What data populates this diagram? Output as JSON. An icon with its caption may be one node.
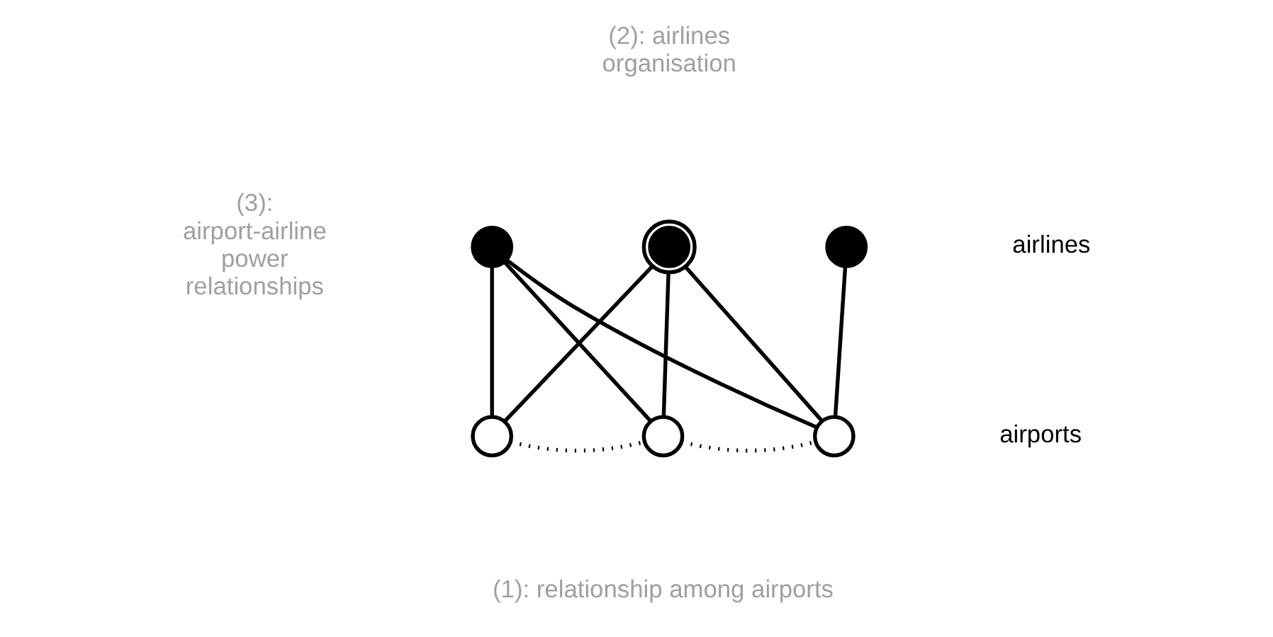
{
  "diagram": {
    "nodes": [
      {
        "text": [],
        "shape": "circle"
      },
      {
        "text": [],
        "shape": "circle"
      },
      {
        "text": [],
        "shape": "circle"
      },
      {
        "text": [],
        "shape": "circle"
      },
      {
        "text": [],
        "shape": "circle"
      },
      {
        "text": [],
        "shape": "circle"
      }
    ],
    "edges": [
      {
        "from": 0,
        "to": 3,
        "arrow": "none"
      },
      {
        "from": 0,
        "to": 4,
        "arrow": "none"
      },
      {
        "from": 0,
        "to": 5,
        "arrow": "none"
      },
      {
        "from": 1,
        "to": 3,
        "arrow": "none"
      },
      {
        "from": 1,
        "to": 4,
        "arrow": "none"
      },
      {
        "from": 1,
        "to": 5,
        "arrow": "none"
      },
      {
        "from": 2,
        "to": 5,
        "arrow": "none"
      },
      {
        "from": 3,
        "to": 4,
        "arrow": "none",
        "style": "dashed"
      },
      {
        "from": 4,
        "to": 5,
        "arrow": "none",
        "style": "dashed"
      }
    ],
    "labels": [
      "(2): airlines organisation",
      "airlines",
      "(3): airport-airline power relationships",
      "airports",
      "(1): relationship among airports"
    ]
  }
}
